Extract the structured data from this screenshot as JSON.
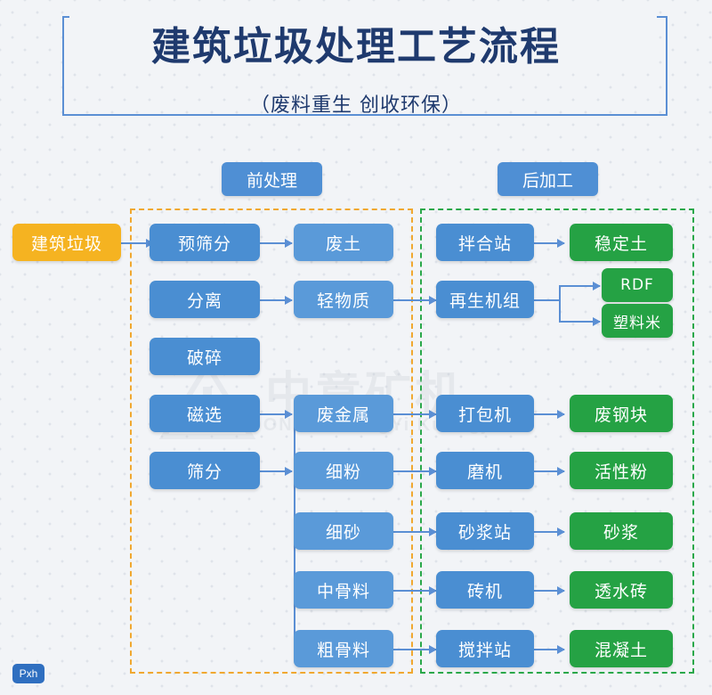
{
  "header": {
    "title": "建筑垃圾处理工艺流程",
    "subtitle": "（废料重生  创收环保）"
  },
  "groups": {
    "pre_label": "前处理",
    "post_label": "后加工"
  },
  "input_node": {
    "label": "建筑垃圾"
  },
  "column_pre_process": [
    {
      "label": "预筛分"
    },
    {
      "label": "分离"
    },
    {
      "label": "破碎"
    },
    {
      "label": "磁选"
    },
    {
      "label": "筛分"
    }
  ],
  "column_materials": [
    {
      "label": "废土"
    },
    {
      "label": "轻物质"
    },
    {
      "label": "废金属"
    },
    {
      "label": "细粉"
    },
    {
      "label": "细砂"
    },
    {
      "label": "中骨料"
    },
    {
      "label": "粗骨料"
    }
  ],
  "column_equipment": [
    {
      "label": "拌合站"
    },
    {
      "label": "再生机组"
    },
    {
      "label": "打包机"
    },
    {
      "label": "磨机"
    },
    {
      "label": "砂浆站"
    },
    {
      "label": "砖机"
    },
    {
      "label": "搅拌站"
    }
  ],
  "column_products": [
    {
      "label": "稳定土"
    },
    {
      "label": "RDF"
    },
    {
      "label": "塑料米"
    },
    {
      "label": "废钢块"
    },
    {
      "label": "活性粉"
    },
    {
      "label": "砂浆"
    },
    {
      "label": "透水砖"
    },
    {
      "label": "混凝土"
    }
  ],
  "watermark": {
    "cn": "中意矿机",
    "en": "ZOONYE  ZhongYi Kuangji"
  },
  "badge": {
    "label": "Pxh"
  },
  "colors": {
    "blue": "#4a8ed2",
    "green": "#25a244",
    "yellow": "#f5b321",
    "frame_pre": "#f0a830",
    "frame_post": "#2aa84a",
    "title": "#1f3a6e",
    "background": "#f2f4f7"
  }
}
